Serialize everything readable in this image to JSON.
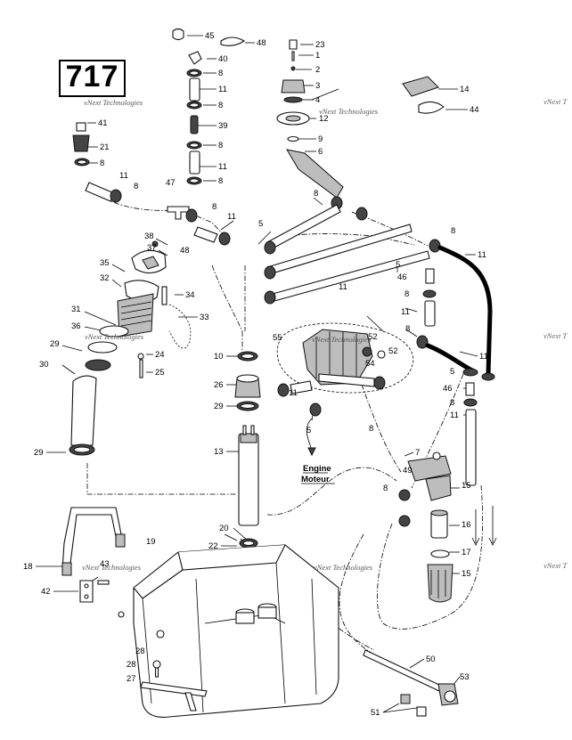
{
  "diagram_code": "717",
  "engine_label": {
    "line1": "Engine",
    "line2": "Moteur"
  },
  "watermark": "vNext Technologies",
  "watermark_edge": "vNext T",
  "callouts": {
    "c1": "1",
    "c2": "2",
    "c3": "3",
    "c4": "4",
    "c5": "5",
    "c6": "6",
    "c7": "7",
    "c8": "8",
    "c9": "9",
    "c10": "10",
    "c11": "11",
    "c12": "12",
    "c13": "13",
    "c14": "14",
    "c15": "15",
    "c16": "16",
    "c17": "17",
    "c18": "18",
    "c19": "19",
    "c20": "20",
    "c21": "21",
    "c22": "22",
    "c23": "23",
    "c24": "24",
    "c25": "25",
    "c26": "26",
    "c27": "27",
    "c28": "28",
    "c29": "29",
    "c30": "30",
    "c31": "31",
    "c32": "32",
    "c33": "33",
    "c34": "34",
    "c35": "35",
    "c36": "36",
    "c37": "37",
    "c38": "38",
    "c39": "39",
    "c40": "40",
    "c41": "41",
    "c42": "42",
    "c43": "43",
    "c44": "44",
    "c45": "45",
    "c46": "46",
    "c47": "47",
    "c48": "48",
    "c49": "49",
    "c50": "50",
    "c51": "51",
    "c52": "52",
    "c53": "53",
    "c54": "54",
    "c55": "55"
  }
}
